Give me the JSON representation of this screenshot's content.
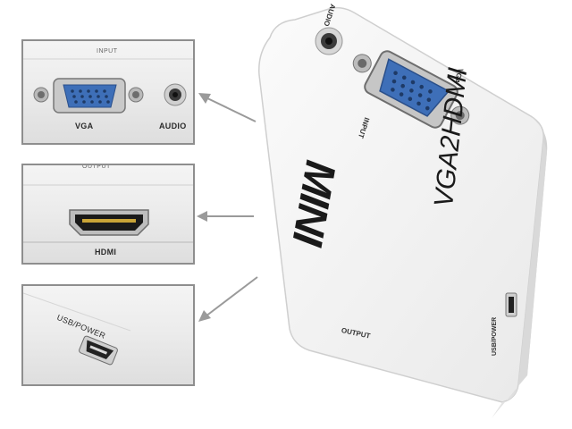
{
  "input_inset": {
    "header": "INPUT",
    "vga_label": "VGA",
    "audio_label": "AUDIO"
  },
  "output_inset": {
    "header": "OUTPUT",
    "hdmi_label": "HDMI"
  },
  "usb_inset": {
    "port_label": "USB/POWER"
  },
  "device": {
    "brand": "MINI",
    "model": "VGA2HDMI",
    "audio_label": "AUDIO",
    "vga_label": "VGA",
    "input_label": "INPUT",
    "output_label": "OUTPUT",
    "usb_label": "USB/POWER"
  },
  "colors": {
    "vga_blue": "#3e6fb8",
    "body_white": "#f3f3f3",
    "frame_gray": "#8e8e8e",
    "arrow_gray": "#9a9a9a"
  }
}
